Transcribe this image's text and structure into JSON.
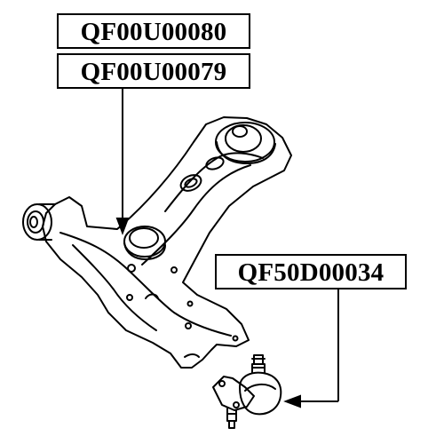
{
  "labels": {
    "upper_part_number": "QF00U00080",
    "middle_part_number": "QF00U00079",
    "ball_joint_part_number": "QF50D00034"
  },
  "colors": {
    "line": "#000000",
    "background": "#ffffff"
  }
}
